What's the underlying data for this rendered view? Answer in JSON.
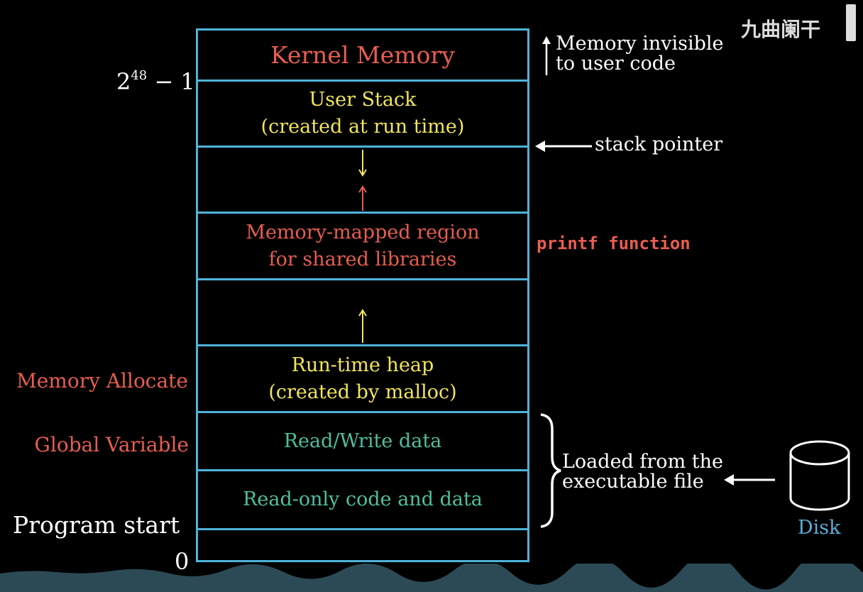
{
  "watermark": "九曲阑干",
  "segments": [
    {
      "lines": [
        "Kernel Memory"
      ],
      "color": "#e85d50"
    },
    {
      "lines": [
        "User Stack",
        "(created at run time)"
      ],
      "color": "#f2e65a"
    },
    {
      "lines": [],
      "color": ""
    },
    {
      "lines": [
        "Memory-mapped region",
        "for shared libraries"
      ],
      "color": "#e85d50"
    },
    {
      "lines": [],
      "color": ""
    },
    {
      "lines": [
        "Run-time heap",
        "(created by malloc)"
      ],
      "color": "#f2e65a"
    },
    {
      "lines": [
        "Read/Write data"
      ],
      "color": "#4fbf9f"
    },
    {
      "lines": [
        "Read-only code and data"
      ],
      "color": "#4fbf9f"
    },
    {
      "lines": [],
      "color": ""
    }
  ],
  "left_labels": {
    "top_address_base": "2",
    "top_address_exp": "48",
    "top_address_tail": " − 1",
    "memory_allocate": "Memory Allocate",
    "global_variable": "Global Variable",
    "program_start": "Program start",
    "zero": "0"
  },
  "right_labels": {
    "kernel_note_line1": "Memory invisible",
    "kernel_note_line2": "to user code",
    "stack_pointer": "stack pointer",
    "printf": "printf function",
    "loaded_line1": "Loaded from the",
    "loaded_line2": "executable file",
    "disk": "Disk"
  },
  "colors": {
    "frame": "#4fb3d9",
    "red": "#e85d50",
    "yellow": "#f2e65a",
    "green": "#4fbf9f",
    "disk": "#5aaed6"
  }
}
